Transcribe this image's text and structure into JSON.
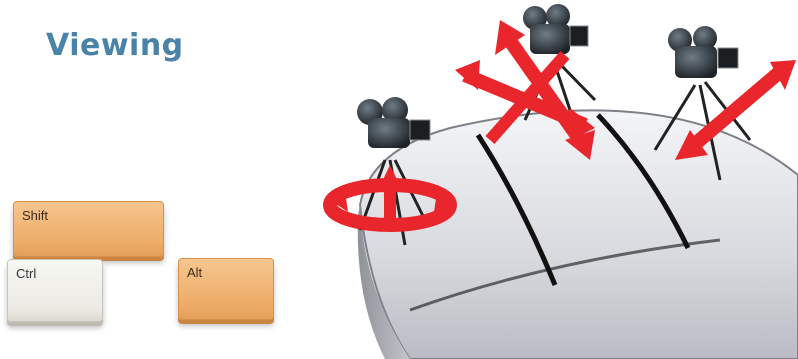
{
  "title": "Viewing",
  "keys": {
    "shift": "Shift",
    "ctrl": "Ctrl",
    "alt": "Alt"
  },
  "colors": {
    "title": "#4a82a8",
    "modifier_key": "#eeae6a",
    "ctrl_key": "#eceae3",
    "arrow": "#e8262b",
    "mouse_body": "#c9ccd2"
  },
  "icons": {
    "orbit": "movie-camera-orbit-icon",
    "pan": "movie-camera-pan-icon",
    "zoom": "movie-camera-zoom-icon"
  }
}
